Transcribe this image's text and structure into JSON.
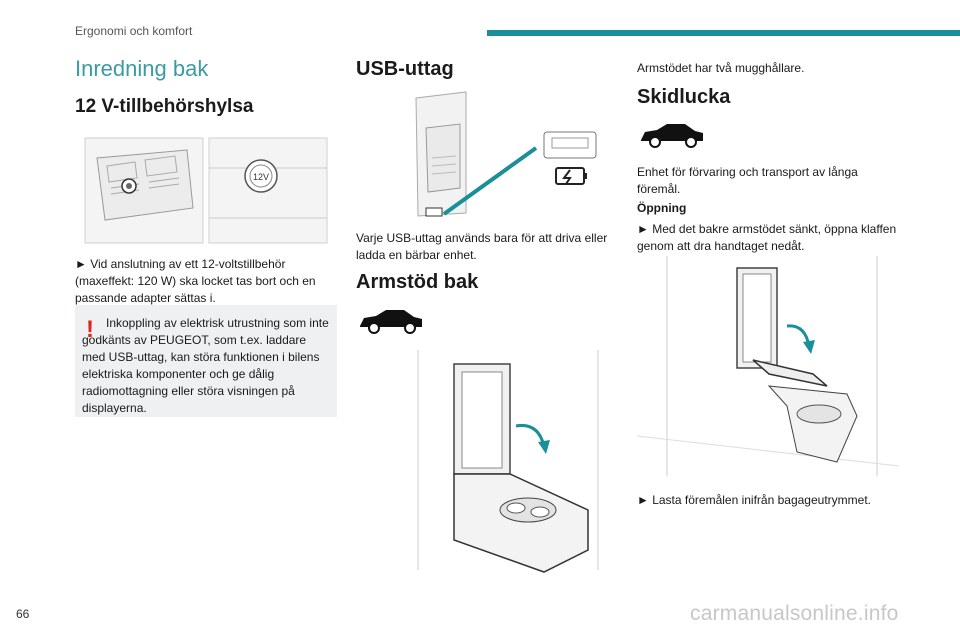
{
  "header": {
    "section": "Ergonomi och komfort",
    "page_number": "66"
  },
  "watermark": "carmanualsonline.info",
  "col1": {
    "title": "Inredning bak",
    "subtitle": "12 V-tillbehörshylsa",
    "socket_label": "12V",
    "instruction": "► Vid anslutning av ett 12-voltstillbehör (maxeffekt: 120 W) ska locket tas bort och en passande adapter sättas i.",
    "warning": "Inkoppling av elektrisk utrustning som inte godkänts av PEUGEOT, som t.ex. laddare med USB-uttag, kan störa funktionen i bilens elektriska komponenter och ge dålig radiomottagning eller störa visningen på displayerna."
  },
  "col2": {
    "usb_title": "USB-uttag",
    "usb_text": "Varje USB-uttag används bara för att driva eller ladda en bärbar enhet.",
    "armrest_title": "Armstöd bak"
  },
  "col3": {
    "cup_text": "Armstödet har två mugghållare.",
    "ski_title": "Skidlucka",
    "ski_text": "Enhet för förvaring och transport av långa föremål.",
    "opening_label": "Öppning",
    "opening_instruction": "► Med det bakre armstödet sänkt, öppna klaffen genom att dra handtaget nedåt.",
    "load_instruction": "► Lasta föremålen inifrån bagageutrymmet."
  },
  "colors": {
    "accent": "#3b9ba5",
    "bar": "#1a8f9a",
    "warning": "#e2231a",
    "illustration_arrow": "#1a8f9a"
  },
  "icons": [
    "car-silhouette-icon",
    "battery-charge-icon",
    "exclamation-icon",
    "curved-arrow-icon"
  ]
}
